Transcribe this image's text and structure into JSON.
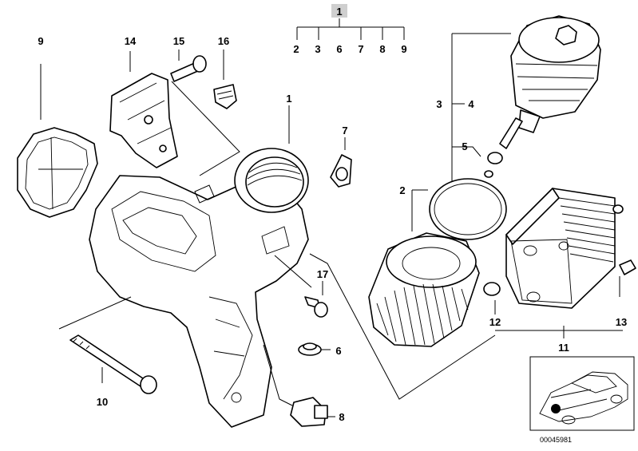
{
  "diagram": {
    "callouts": {
      "c1_header": "1",
      "c1_sub": [
        "2",
        "3",
        "6",
        "7",
        "8",
        "9"
      ],
      "c1": "1",
      "c2": "2",
      "c3": "3",
      "c4": "4",
      "c5": "5",
      "c6": "6",
      "c7": "7",
      "c8": "8",
      "c9": "9",
      "c10": "10",
      "c11": "11",
      "c12": "12",
      "c13": "13",
      "c14": "14",
      "c15": "15",
      "c16": "16",
      "c17": "17"
    },
    "reference_code": "00045981"
  }
}
